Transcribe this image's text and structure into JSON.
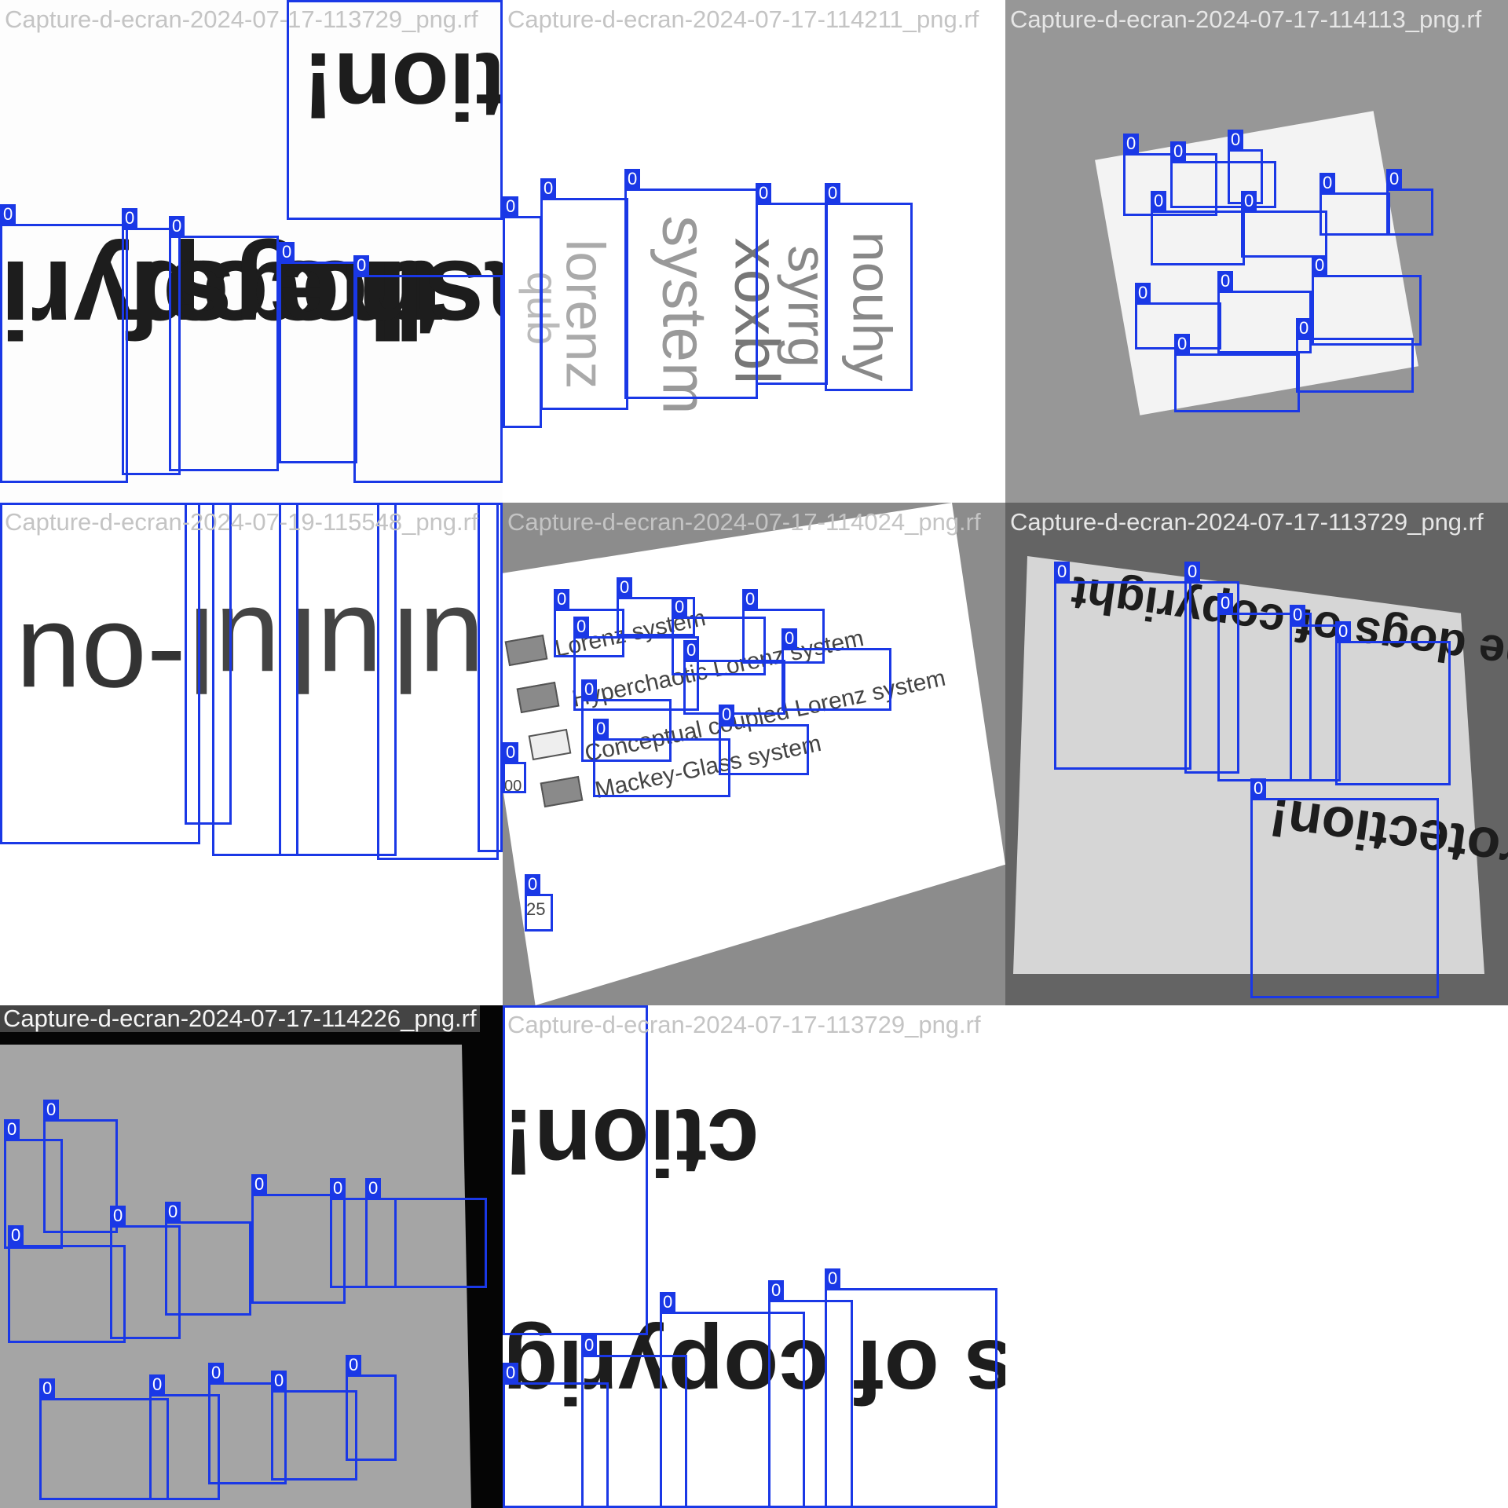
{
  "annotation_label": "0",
  "box_color": "#1a38e6",
  "tiles": {
    "t1": {
      "title": "Capture-d-ecran-2024-07-17-113729_png.rf",
      "words": [
        "copyri",
        "of",
        "dogs",
        "the",
        "nleash",
        "rotection!"
      ]
    },
    "t2": {
      "title": "Capture-d-ecran-2024-07-17-114211_png.rf",
      "words": [
        "qub",
        "lorenz",
        "system",
        "xoxbl",
        "syrrg",
        "nouhy"
      ]
    },
    "t3": {
      "title": "Capture-d-ecran-2024-07-17-114113_png.rf"
    },
    "t4": {
      "title": "Capture-d-ecran-2024-07-19-115548_png.rf",
      "words": [
        "-ou",
        "ul",
        "ul",
        "ul",
        "ul",
        "ul"
      ]
    },
    "t5": {
      "title": "Capture-d-ecran-2024-07-17-114024_png.rf",
      "legend": [
        "Lorenz system",
        "Hyperchaotic Lorenz system",
        "Conceptual coupled Lorenz system",
        "Mackey-Glass system"
      ],
      "tick_left": "00",
      "tick_bottom": "25"
    },
    "t6": {
      "title": "Capture-d-ecran-2024-07-17-113729_png.rf",
      "line1": "Unleash the dogs of copyright",
      "line2": "protection!"
    },
    "t7": {
      "title": "Capture-d-ecran-2024-07-17-114226_png.rf"
    },
    "t8": {
      "title": "Capture-d-ecran-2024-07-17-113729_png.rf",
      "words": [
        "ction!",
        "eash the dogs of copyrig"
      ]
    }
  }
}
